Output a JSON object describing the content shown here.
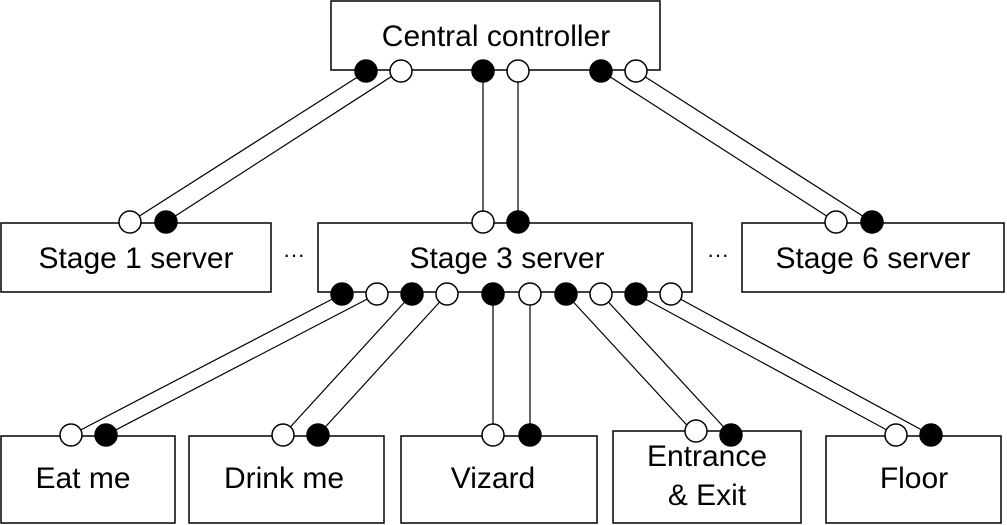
{
  "nodes": {
    "central": {
      "label": "Central controller"
    },
    "stage1": {
      "label": "Stage 1 server"
    },
    "stage3": {
      "label": "Stage 3 server"
    },
    "stage6": {
      "label": "Stage 6 server"
    },
    "eatme": {
      "label": "Eat me"
    },
    "drinkme": {
      "label": "Drink me"
    },
    "vizard": {
      "label": "Vizard"
    },
    "entrance": {
      "label_line1": "Entrance",
      "label_line2": "& Exit"
    },
    "floor": {
      "label": "Floor"
    }
  },
  "ellipsis": {
    "left": "···",
    "right": "···"
  },
  "colors": {
    "filled_port": "#000000",
    "open_port": "#ffffff",
    "line": "#000000"
  }
}
